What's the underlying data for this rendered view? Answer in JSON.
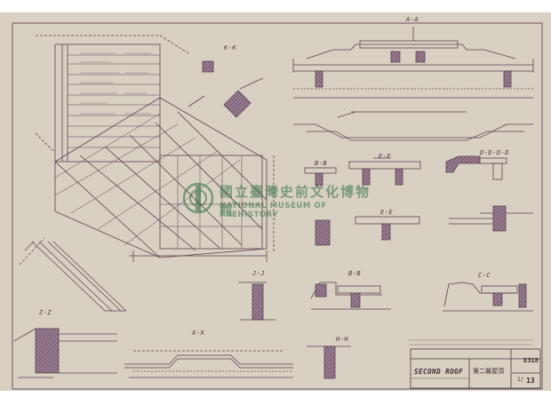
{
  "section_labels": {
    "a_a": "A-A",
    "k_k": "K-K",
    "b_b_top": "B-B",
    "e_e_top": "E-E",
    "d_stack": "D-D-D-D",
    "e_e_mid": "E-E",
    "j_j": "J-J",
    "b_b_bottom": "B-B",
    "c_c": "C-C",
    "z_z": "Z-Z",
    "x_x": "X-X",
    "h_h": "H-H"
  },
  "watermark": {
    "chinese": "國立臺灣史前文化博物館",
    "english": "NATIONAL MUSEUM OF PREHISTORY"
  },
  "title_block": {
    "title": "SECOND ROOF",
    "title_chinese": "第二層屋頂",
    "drawing_number": "E318",
    "sheet_fraction": "1/",
    "sheet_number": "13"
  },
  "colors": {
    "paper": "#d8d0c2",
    "ink": "#5a4450",
    "hatch": "#7a5a72",
    "watermark": "#2e6b45"
  }
}
